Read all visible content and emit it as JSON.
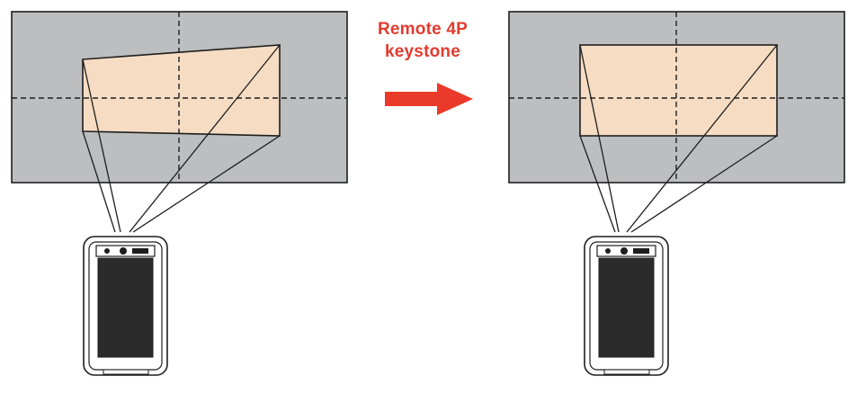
{
  "caption": {
    "line1": "Remote 4P",
    "line2": "keystone"
  },
  "colors": {
    "screen_fill": "#bcbec0",
    "image_fill": "#f6dcc2",
    "projector_body": "#ffffff",
    "projector_grille": "#2b2b2b",
    "arrow": "#ea3a2a",
    "caption_text": "#e23b2e",
    "outline": "#1e1e1e"
  },
  "panels": [
    {
      "name": "before",
      "state": "distorted trapezoid image"
    },
    {
      "name": "after",
      "state": "corrected rectangular image"
    }
  ],
  "icons": [
    "projector-icon",
    "right-arrow-icon"
  ]
}
